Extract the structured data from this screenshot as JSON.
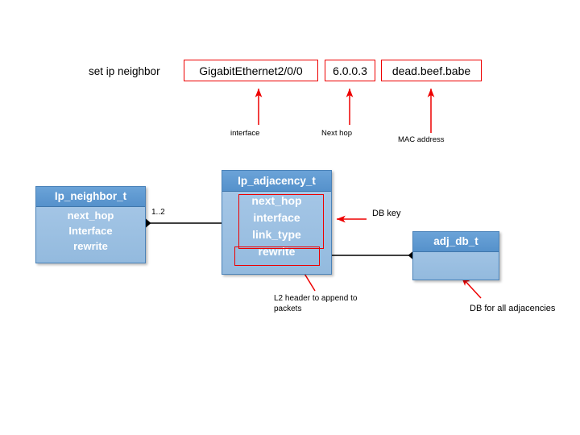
{
  "command": {
    "prefix": "set ip neighbor",
    "tokens": [
      {
        "name": "interface-token",
        "value": "GigabitEthernet2/0/0",
        "callout": "interface"
      },
      {
        "name": "next-hop-token",
        "value": "6.0.0.3",
        "callout": "Next hop"
      },
      {
        "name": "mac-token",
        "value": "dead.beef.babe",
        "callout": "MAC address"
      }
    ]
  },
  "diagram": {
    "classes": [
      {
        "id": "ip-neighbor",
        "title": "Ip_neighbor_t",
        "fields": [
          "next_hop",
          "Interface",
          "rewrite"
        ]
      },
      {
        "id": "ip-adjacency",
        "title": "Ip_adjacency_t",
        "fields": [
          "next_hop",
          "interface",
          "link_type",
          "rewrite"
        ]
      },
      {
        "id": "adj-db",
        "title": "adj_db_t",
        "fields": []
      }
    ],
    "multiplicity": "1..2",
    "annotations": [
      {
        "id": "db-key",
        "text": "DB key"
      },
      {
        "id": "l2-header",
        "text": "L2 header to append to packets"
      },
      {
        "id": "db-all-adjacencies",
        "text": "DB for all adjacencies"
      }
    ]
  },
  "colors": {
    "accent_red": "#ee0000",
    "class_header": "#5591cb",
    "class_body": "#9dc3e6",
    "connector": "#000000"
  }
}
